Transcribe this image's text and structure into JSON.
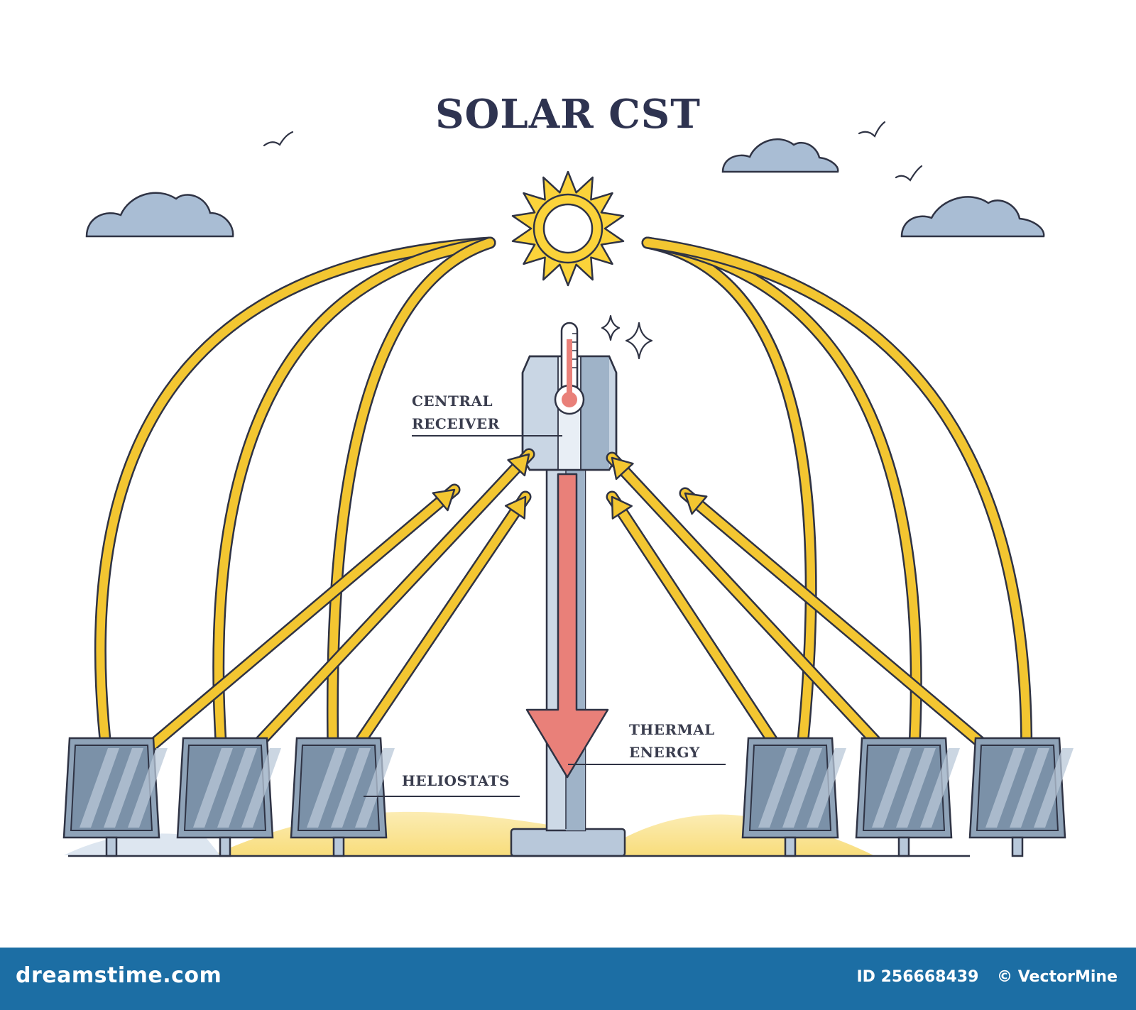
{
  "title": "SOLAR CST",
  "labels": {
    "central_receiver": [
      "CENTRAL",
      "RECEIVER"
    ],
    "thermal_energy": [
      "THERMAL",
      "ENERGY"
    ],
    "heliostats": "HELIOSTATS"
  },
  "footer": {
    "brand": "dreamstime.com",
    "id": "ID 256668439",
    "author": "© VectorMine"
  },
  "colors": {
    "sun_ray": "#f3c631",
    "sun": "#fbd33a",
    "thermal_arrow": "#e98079",
    "panel": "#8fa3b8",
    "cloud": "#a9bdd4",
    "tower": "#b8c8da",
    "outline": "#2f3344",
    "footer_bg": "#1c6ea4"
  },
  "icons": [
    "sun-icon",
    "cloud-icon",
    "bird-icon",
    "thermometer-icon",
    "sparkle-icon",
    "heliostat-panel-icon"
  ]
}
